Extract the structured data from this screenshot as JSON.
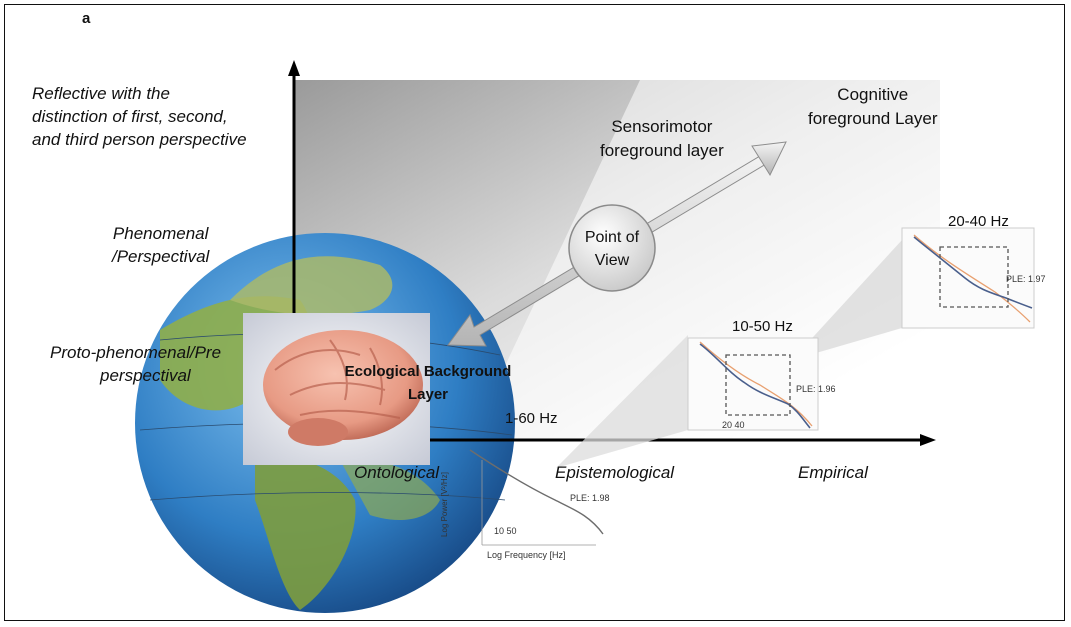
{
  "panel_label": "a",
  "levels": {
    "reflective": [
      "Reflective with the",
      "distinction of first, second,",
      "and third person perspective"
    ],
    "phenomenal": [
      "Phenomenal",
      "/Perspectival"
    ],
    "proto": [
      "Proto-phenomenal/Pre",
      "perspectival"
    ]
  },
  "axis_labels": {
    "ontological": "Ontological",
    "epistemological": "Epistemological",
    "empirical": "Empirical"
  },
  "layers": {
    "sensorimotor": [
      "Sensorimotor",
      "foreground layer"
    ],
    "cognitive": [
      "Cognitive",
      "foreground Layer"
    ],
    "ecological": [
      "Ecological Background",
      "Layer"
    ]
  },
  "point_of_view": [
    "Point of",
    "View"
  ],
  "bands": {
    "background": "1-60 Hz",
    "sensorimotor": "10-50 Hz",
    "cognitive": "20-40 Hz"
  },
  "ple": {
    "background": "PLE: 1.98",
    "sensorimotor": "PLE: 1.96",
    "cognitive": "PLE: 1.97"
  },
  "tick_text": {
    "sensorimotor": "20 40",
    "background": "10 50"
  },
  "plot_axes": {
    "x": "Log Frequency [Hz]",
    "y": "Log Power [V²/Hz]"
  },
  "colors": {
    "spectrum_line": "#4a5f8c",
    "fit_line": "#e8a070",
    "ocean": "#2f7ec4",
    "land": "#8fae4a",
    "brain": "#e79a84"
  }
}
